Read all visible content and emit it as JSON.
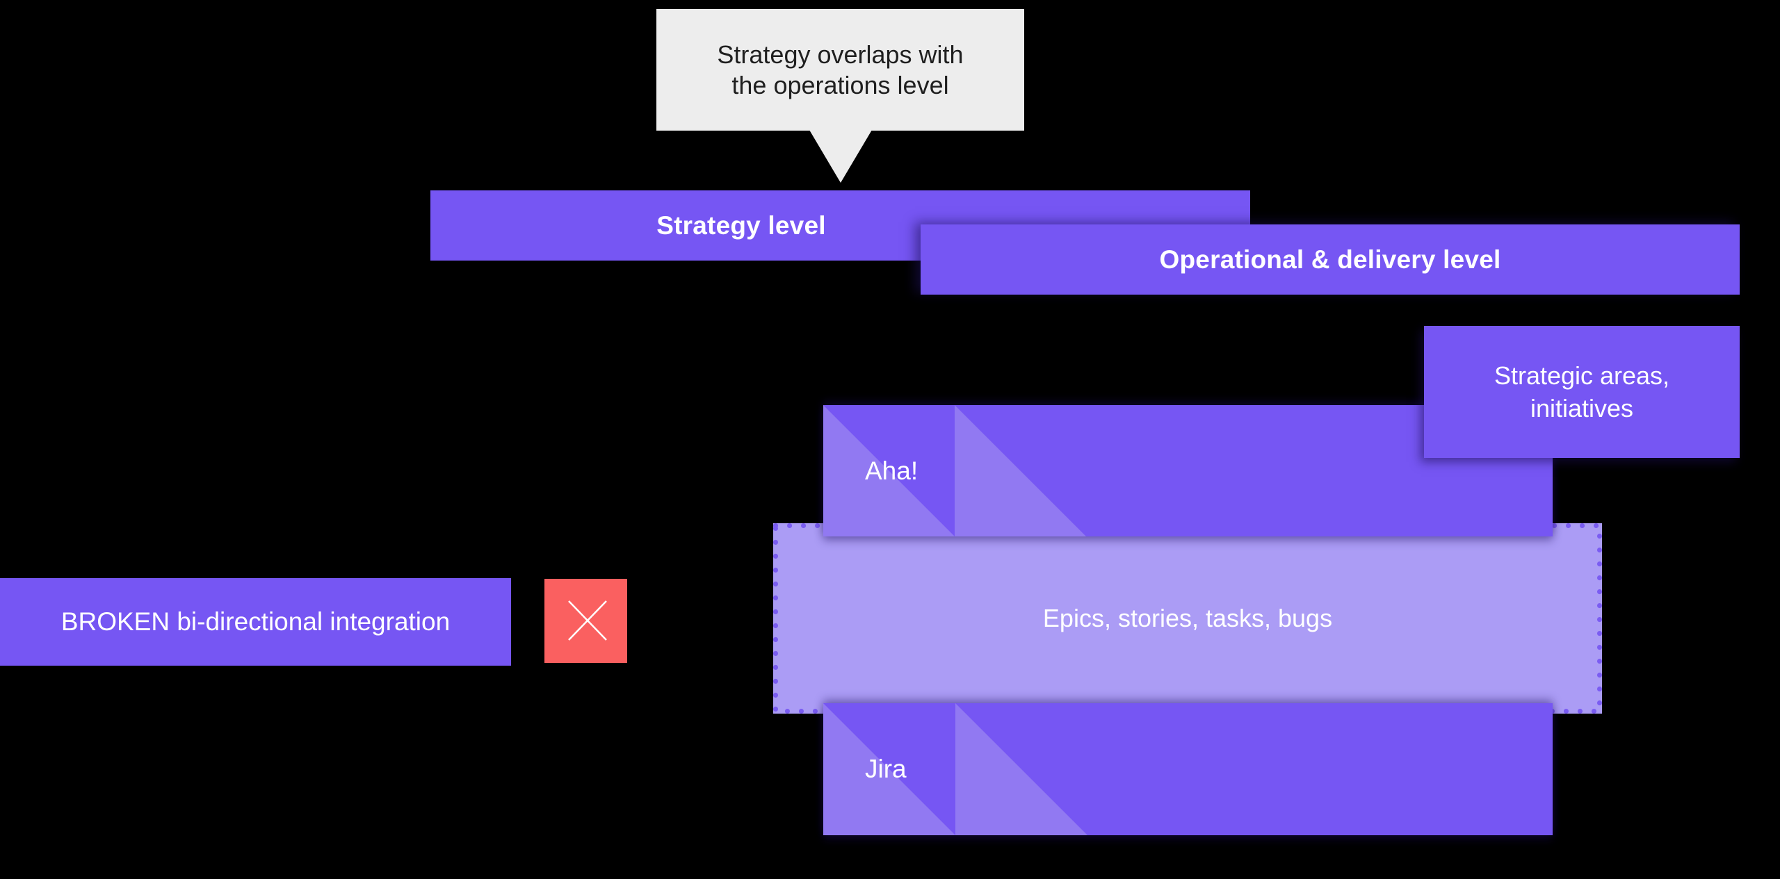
{
  "colors": {
    "background": "#000000",
    "purple": "#7656F3",
    "purple_light": "#9179F2",
    "epics_fill": "#AB9CF5",
    "dot_border": "#7A5CF2",
    "bubble_bg": "#EDEDED",
    "bubble_text": "#1F1F1F",
    "red": "#FA6060",
    "white": "#FFFFFF"
  },
  "callout": {
    "line1": "Strategy overlaps with",
    "line2": "the operations level"
  },
  "bars": {
    "strategy": {
      "label": "Strategy level"
    },
    "operational": {
      "label": "Operational & delivery level"
    }
  },
  "boxes": {
    "strategic": {
      "line1": "Strategic areas,",
      "line2": "initiatives"
    },
    "aha": {
      "label": "Aha!"
    },
    "epics": {
      "label": "Epics, stories, tasks, bugs"
    },
    "jira": {
      "label": "Jira"
    },
    "broken": {
      "label": "BROKEN bi-directional integration"
    }
  },
  "icons": {
    "broken_x": "cross-mark"
  }
}
